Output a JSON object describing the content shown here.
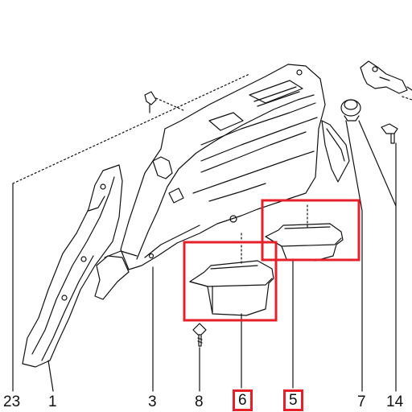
{
  "diagram": {
    "callouts": [
      {
        "id": "23",
        "text": "23"
      },
      {
        "id": "1",
        "text": "1"
      },
      {
        "id": "3",
        "text": "3"
      },
      {
        "id": "8",
        "text": "8"
      },
      {
        "id": "6",
        "text": "6",
        "highlighted": true
      },
      {
        "id": "5",
        "text": "5",
        "highlighted": true
      },
      {
        "id": "7",
        "text": "7"
      },
      {
        "id": "14",
        "text": "14"
      }
    ],
    "highlight_color": "#e5202a",
    "line_color": "#111111"
  }
}
